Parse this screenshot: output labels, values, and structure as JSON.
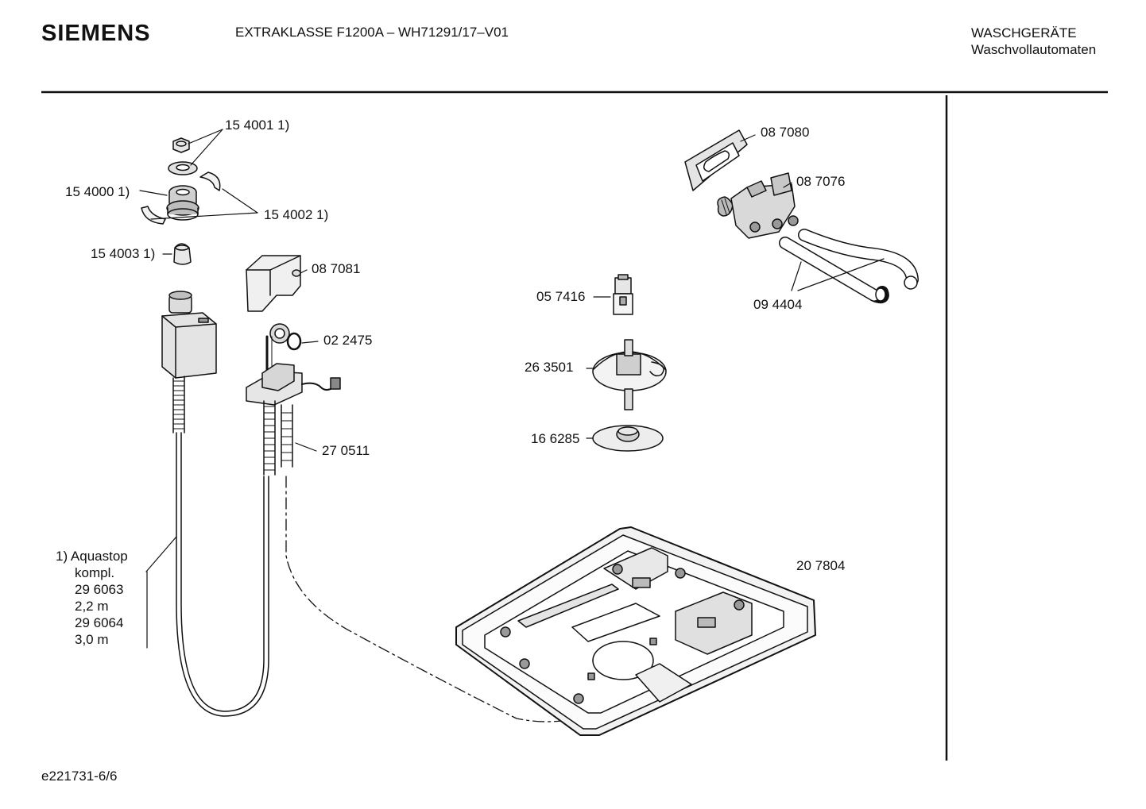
{
  "header": {
    "brand": "SIEMENS",
    "model": "EXTRAKLASSE F1200A – WH71291/17–V01",
    "category_line1": "WASCHGERÄTE",
    "category_line2": "Waschvollautomaten"
  },
  "footer": {
    "drawing_id": "e221731-6/6"
  },
  "parts": {
    "p154001": "15 4001 1)",
    "p154000": "15 4000 1)",
    "p154002": "15 4002 1)",
    "p154003": "15 4003 1)",
    "p087081": "08 7081",
    "p022475": "02 2475",
    "p270511": "27 0511",
    "p057416": "05 7416",
    "p263501": "26 3501",
    "p166285": "16 6285",
    "p087080": "08 7080",
    "p087076": "08 7076",
    "p094404": "09 4404",
    "p207804": "20 7804"
  },
  "note": {
    "line1": "1)  Aquastop",
    "line2": "kompl.",
    "line3": "29 6063",
    "line4": "2,2 m",
    "line5": "29 6064",
    "line6": "3,0 m"
  }
}
